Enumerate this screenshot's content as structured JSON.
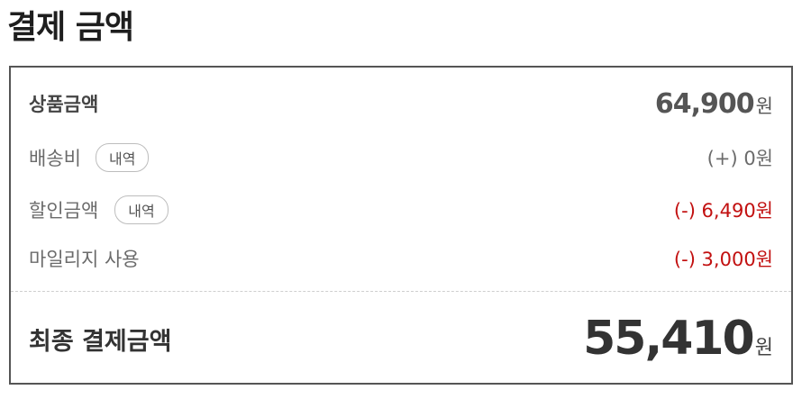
{
  "header": {
    "title": "결제 금액"
  },
  "rows": {
    "product": {
      "label": "상품금액",
      "amount": "64,900",
      "unit": "원"
    },
    "shipping": {
      "label": "배송비",
      "detail_button": "내역",
      "amount": "(+) 0원"
    },
    "discount": {
      "label": "할인금액",
      "detail_button": "내역",
      "amount": "(-) 6,490원"
    },
    "mileage": {
      "label": "마일리지 사용",
      "amount": "(-) 3,000원"
    }
  },
  "final": {
    "label": "최종 결제금액",
    "amount": "55,410",
    "unit": "원"
  },
  "colors": {
    "discount_red": "#c21010",
    "border": "#555555"
  }
}
